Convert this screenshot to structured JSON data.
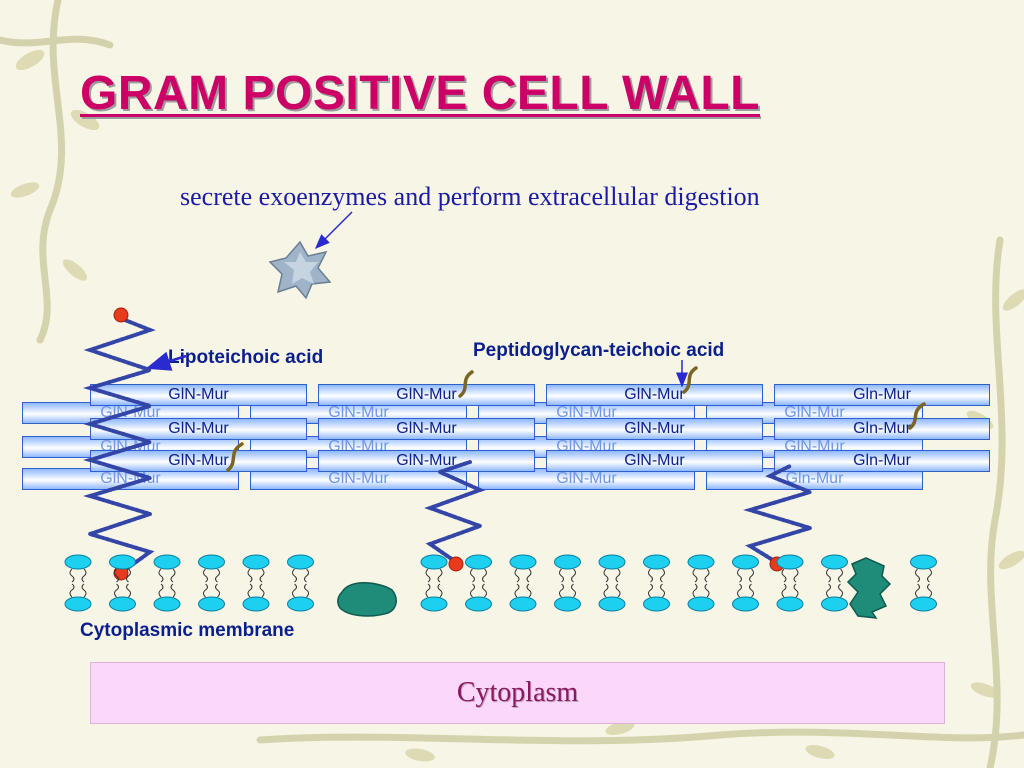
{
  "slide": {
    "title": "GRAM POSITIVE CELL WALL",
    "subtitle": "secrete exoenzymes and perform extracellular digestion"
  },
  "labels": {
    "lipoteichoic": "Lipoteichoic acid",
    "peptidoglycan_teichoic": "Peptidoglycan-teichoic acid",
    "membrane": "Cytoplasmic membrane",
    "cytoplasm": "Cytoplasm"
  },
  "cell_wall": {
    "front_rows": [
      [
        "GlN-Mur",
        "GlN-Mur",
        "GlN-Mur",
        "Gln-Mur"
      ],
      [
        "GlN-Mur",
        "GlN-Mur",
        "GlN-Mur",
        "Gln-Mur"
      ],
      [
        "GlN-Mur",
        "GlN-Mur",
        "GlN-Mur",
        "Gln-Mur"
      ]
    ],
    "back_rows": [
      [
        "GlN-Mur",
        "GlN-Mur",
        "GlN-Mur",
        "GlN-Mur"
      ],
      [
        "GlN-Mur",
        "GlN-Mur",
        "GlN-Mur",
        "GlN-Mur"
      ],
      [
        "GlN-Mur",
        "GlN-Mur",
        "GlN-Mur",
        "Gln-Mur"
      ]
    ]
  },
  "colors": {
    "title": "#cc0066",
    "label": "#0b1f8c",
    "brick_border": "#2f5fd0",
    "phospholipid_head": "#1ed0f0",
    "protein": "#1f8c7a",
    "red_ball": "#e83a1c",
    "teichoic_chain": "#6a5a20"
  }
}
